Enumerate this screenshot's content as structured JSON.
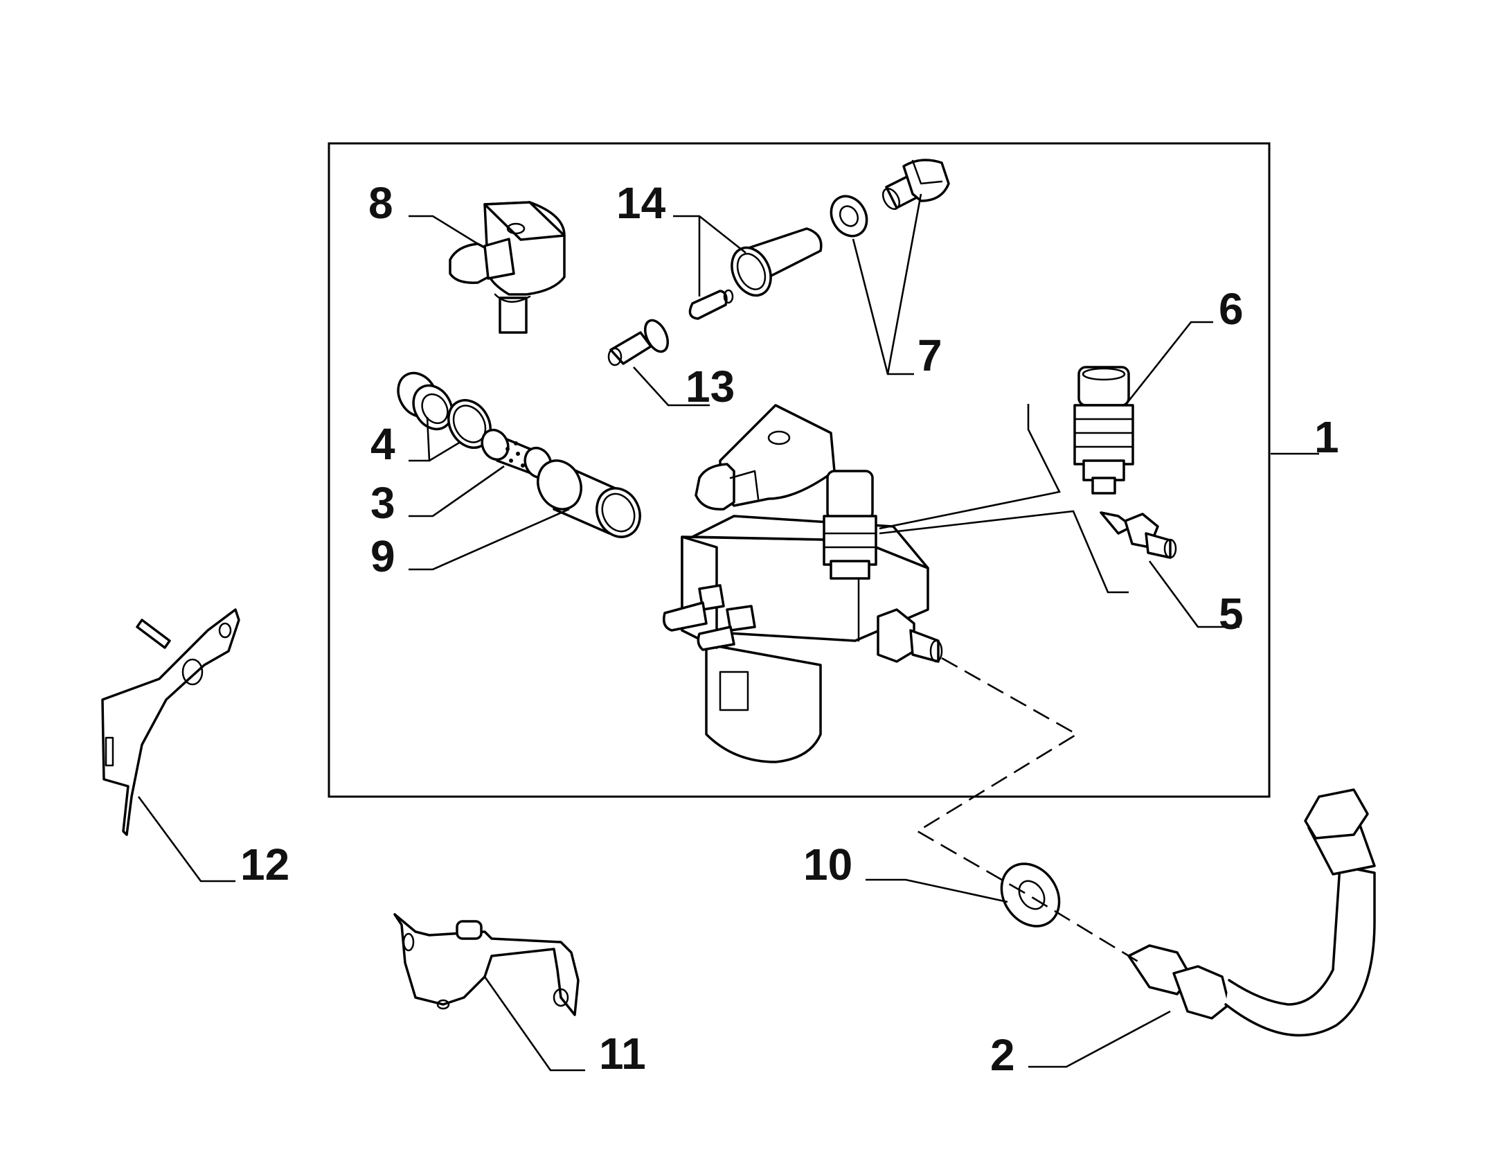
{
  "diagram": {
    "callouts": [
      {
        "id": "c1",
        "label": "1"
      },
      {
        "id": "c2",
        "label": "2"
      },
      {
        "id": "c3",
        "label": "3"
      },
      {
        "id": "c4",
        "label": "4"
      },
      {
        "id": "c5",
        "label": "5"
      },
      {
        "id": "c6",
        "label": "6"
      },
      {
        "id": "c7",
        "label": "7"
      },
      {
        "id": "c8",
        "label": "8"
      },
      {
        "id": "c9",
        "label": "9"
      },
      {
        "id": "c10",
        "label": "10"
      },
      {
        "id": "c11",
        "label": "11"
      },
      {
        "id": "c12",
        "label": "12"
      },
      {
        "id": "c13",
        "label": "13"
      },
      {
        "id": "c14",
        "label": "14"
      }
    ]
  }
}
